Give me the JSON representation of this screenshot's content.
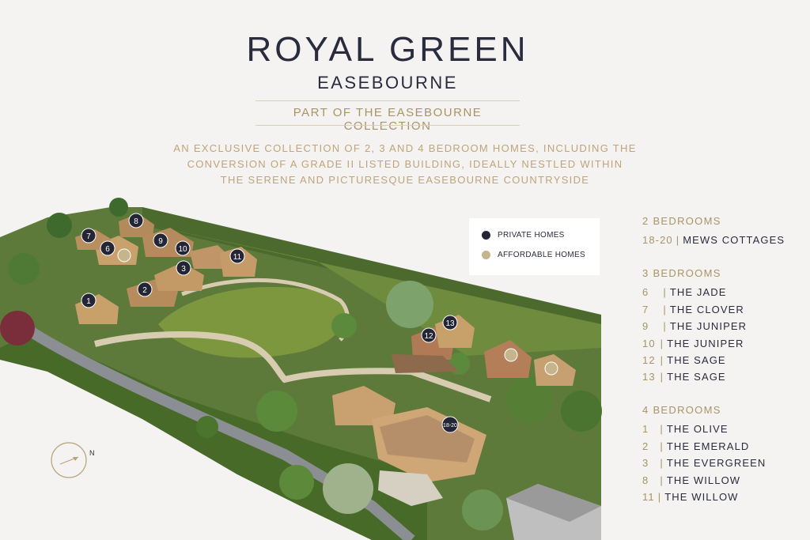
{
  "header": {
    "title": "ROYAL GREEN",
    "subtitle": "EASEBOURNE",
    "collection": "PART OF THE  EASEBOURNE  COLLECTION",
    "intro": [
      "AN EXCLUSIVE COLLECTION OF 2, 3 AND 4 BEDROOM HOMES, INCLUDING THE",
      "CONVERSION OF A GRADE II LISTED BUILDING, IDEALLY NESTLED WITHIN",
      "THE SERENE AND PICTURESQUE EASEBOURNE COUNTRYSIDE"
    ]
  },
  "legend": {
    "private": {
      "label": "PRIVATE HOMES",
      "color": "#242636"
    },
    "affordable": {
      "label": "AFFORDABLE HOMES",
      "color": "#c6b48a"
    }
  },
  "compass": {
    "label": "N"
  },
  "plots": [
    {
      "label": "1"
    },
    {
      "label": "2"
    },
    {
      "label": "3"
    },
    {
      "label": "6"
    },
    {
      "label": "7"
    },
    {
      "label": "8"
    },
    {
      "label": "9"
    },
    {
      "label": "10"
    },
    {
      "label": "11"
    },
    {
      "label": "12"
    },
    {
      "label": "13"
    },
    {
      "label": "18-20"
    }
  ],
  "homes": [
    {
      "group": "2 BEDROOMS",
      "items": [
        {
          "num": "18-20",
          "name": "MEWS COTTAGES"
        }
      ]
    },
    {
      "group": "3 BEDROOMS",
      "items": [
        {
          "num": "6",
          "name": "THE JADE"
        },
        {
          "num": "7",
          "name": "THE CLOVER"
        },
        {
          "num": "9",
          "name": "THE JUNIPER"
        },
        {
          "num": "10",
          "name": "THE JUNIPER"
        },
        {
          "num": "12",
          "name": "THE SAGE"
        },
        {
          "num": "13",
          "name": "THE SAGE"
        }
      ]
    },
    {
      "group": "4 BEDROOMS",
      "items": [
        {
          "num": "1",
          "name": "THE OLIVE"
        },
        {
          "num": "2",
          "name": "THE EMERALD"
        },
        {
          "num": "3",
          "name": "THE EVERGREEN"
        },
        {
          "num": "8",
          "name": "THE WILLOW"
        },
        {
          "num": "11",
          "name": "THE WILLOW"
        }
      ]
    }
  ]
}
